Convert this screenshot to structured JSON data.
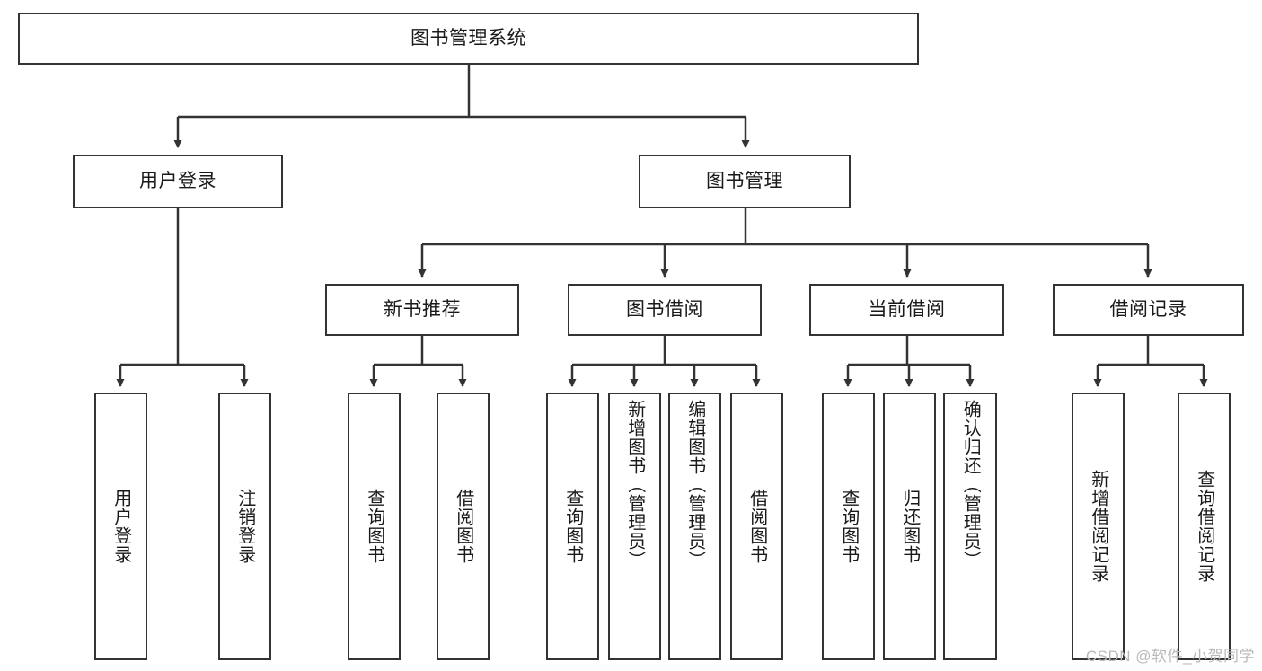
{
  "diagram": {
    "title": "图书管理系统",
    "type": "tree-hierarchy",
    "root": {
      "label": "图书管理系统"
    },
    "level2": [
      {
        "label": "用户登录"
      },
      {
        "label": "图书管理"
      }
    ],
    "level3": [
      {
        "label": "新书推荐"
      },
      {
        "label": "图书借阅"
      },
      {
        "label": "当前借阅"
      },
      {
        "label": "借阅记录"
      }
    ],
    "leaves": {
      "user_login": [
        {
          "label": "用户登录"
        },
        {
          "label": "注销登录"
        }
      ],
      "new_book_recommend": [
        {
          "label": "查询图书"
        },
        {
          "label": "借阅图书"
        }
      ],
      "book_borrow": [
        {
          "label": "查询图书"
        },
        {
          "label": "新增图书（管理员）"
        },
        {
          "label": "编辑图书（管理员）"
        },
        {
          "label": "借阅图书"
        }
      ],
      "current_borrow": [
        {
          "label": "查询图书"
        },
        {
          "label": "归还图书"
        },
        {
          "label": "确认归还（管理员）"
        }
      ],
      "borrow_record": [
        {
          "label": "新增借阅记录"
        },
        {
          "label": "查询借阅记录"
        }
      ]
    }
  },
  "watermark": {
    "text": "CSDN @软件_小贺同学"
  },
  "colors": {
    "stroke": "#333333",
    "fill": "#ffffff",
    "text": "#1a1a1a",
    "watermark": "#b9b9b9"
  }
}
